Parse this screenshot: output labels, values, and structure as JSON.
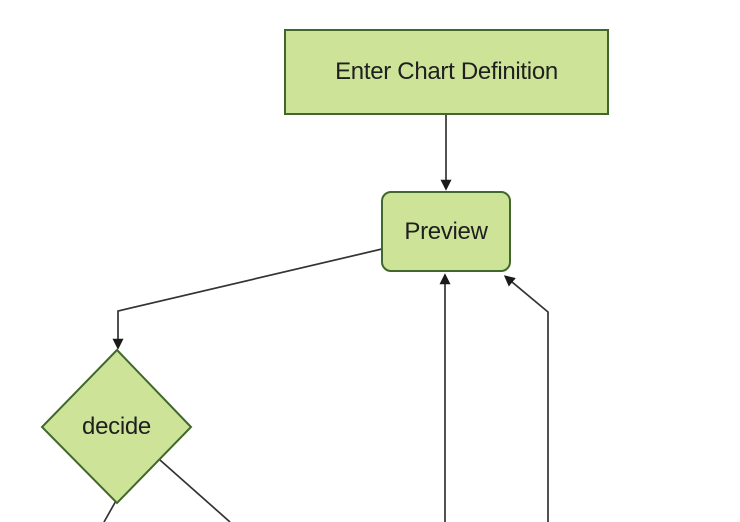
{
  "diagram": {
    "type": "flowchart",
    "direction": "top-to-bottom",
    "nodes": [
      {
        "id": "enter-chart-definition",
        "label": "Enter Chart Definition",
        "shape": "rectangle"
      },
      {
        "id": "preview",
        "label": "Preview",
        "shape": "rounded-rectangle"
      },
      {
        "id": "decide",
        "label": "decide",
        "shape": "diamond"
      }
    ],
    "edges": [
      {
        "from": "enter-chart-definition",
        "to": "preview",
        "arrowhead": true
      },
      {
        "from": "preview",
        "to": "decide",
        "arrowhead": true
      },
      {
        "from": "decide",
        "to": "offscreen-bottom-left",
        "arrowhead": false,
        "note": "cut off at bottom edge"
      },
      {
        "from": "decide",
        "to": "offscreen-bottom-right",
        "arrowhead": false,
        "note": "cut off at bottom edge"
      },
      {
        "from": "offscreen-bottom-center",
        "to": "preview",
        "arrowhead": true
      },
      {
        "from": "offscreen-bottom-right",
        "to": "preview",
        "arrowhead": true
      }
    ],
    "colors": {
      "node_fill": "#cde498",
      "node_border": "#41682c",
      "edge_line": "#333333",
      "arrowhead": "#1a1a1a",
      "label_text": "#1f1f1f",
      "background": "#ffffff"
    }
  }
}
